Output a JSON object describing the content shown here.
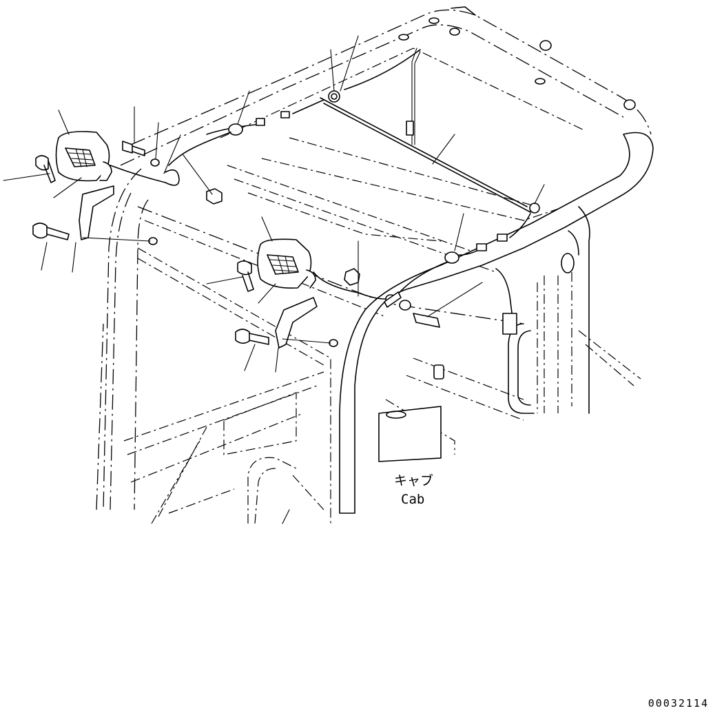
{
  "diagram": {
    "cab_label_jp": "キャブ",
    "cab_label_en": "Cab",
    "drawing_number": "00032114"
  }
}
